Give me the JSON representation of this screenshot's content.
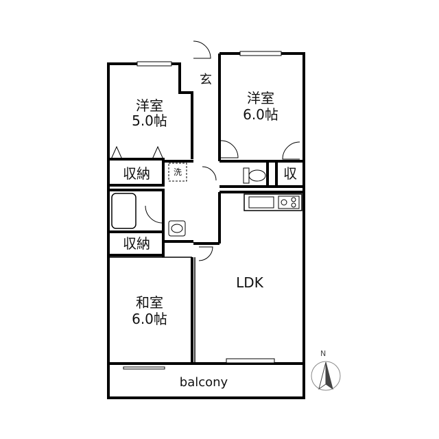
{
  "rooms": {
    "western_small": {
      "name": "洋室",
      "size": "5.0帖"
    },
    "western_large": {
      "name": "洋室",
      "size": "6.0帖"
    },
    "japanese": {
      "name": "和室",
      "size": "6.0帖"
    },
    "ldk": {
      "name": "LDK"
    },
    "balcony": {
      "name": "balcony"
    }
  },
  "labels": {
    "entrance": "玄",
    "storage_upper": "収納",
    "storage_lower": "収納",
    "storage_small": "収",
    "laundry": "洗"
  },
  "compass": {
    "north": "N"
  }
}
